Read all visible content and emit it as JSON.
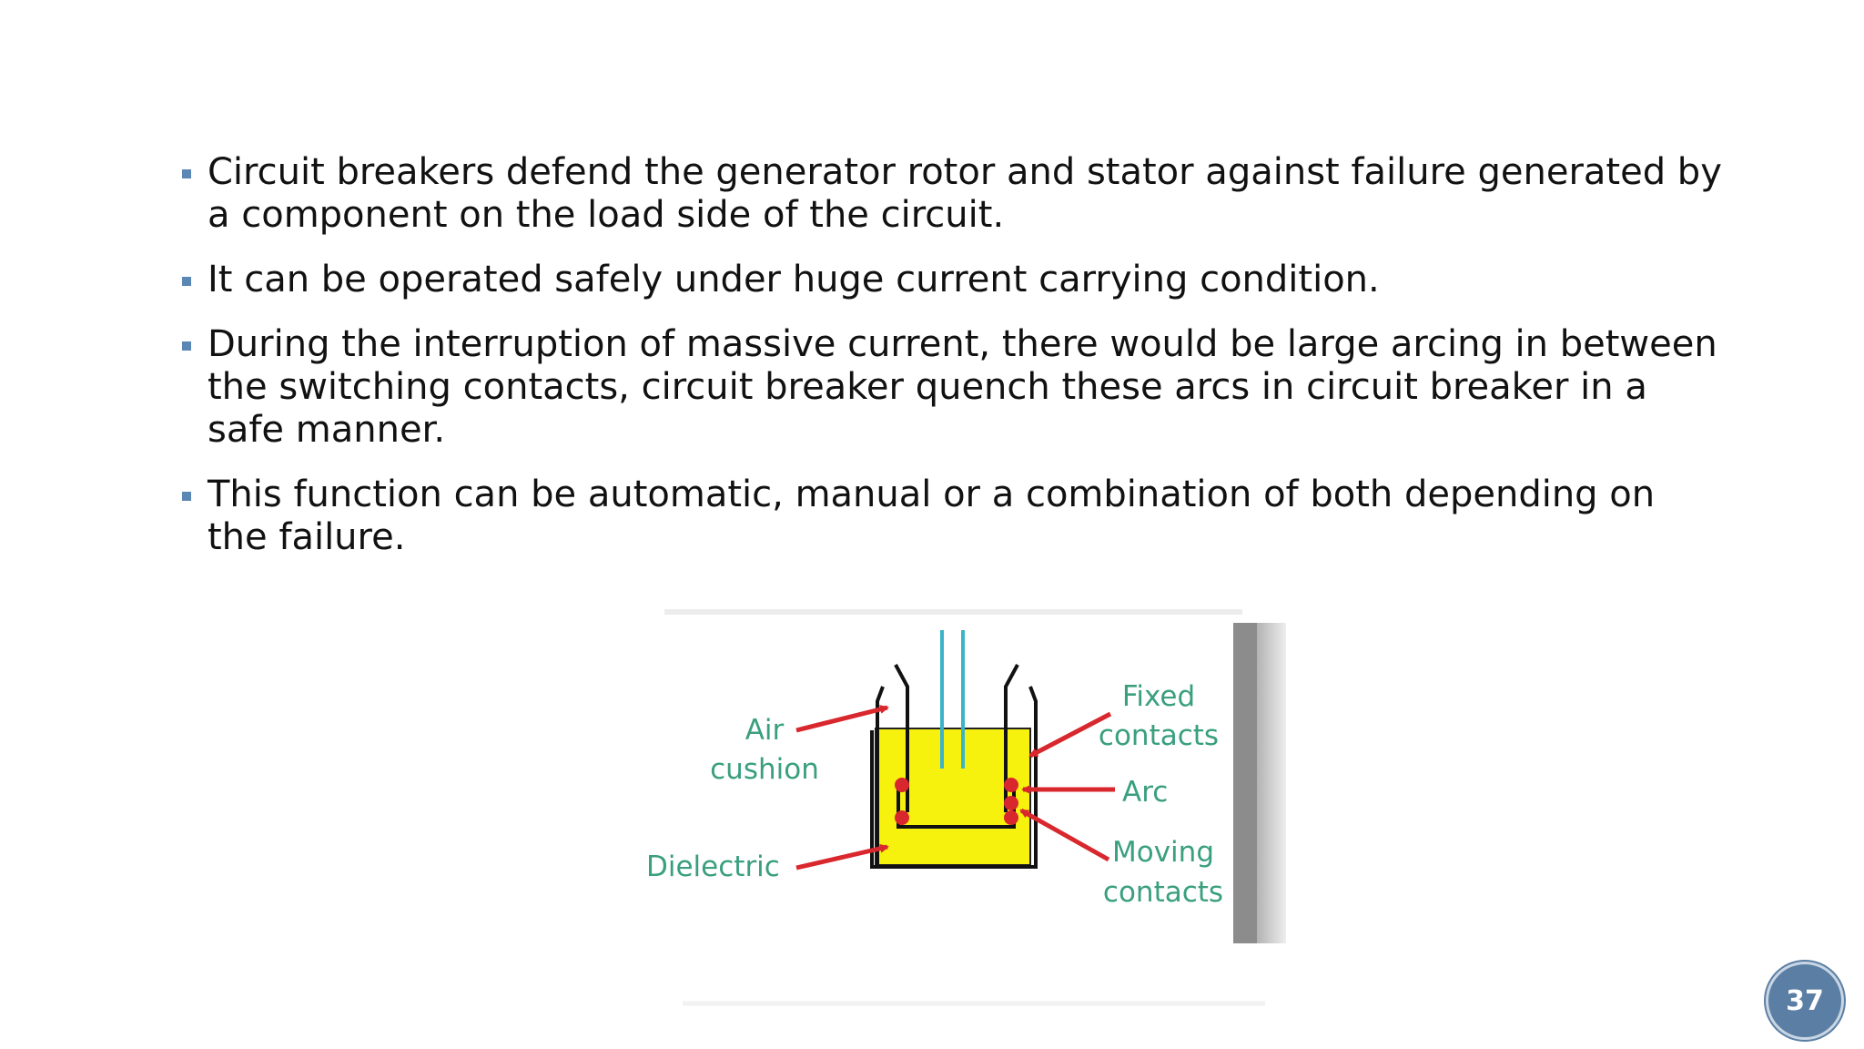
{
  "bullets": [
    "Circuit breakers defend the generator rotor and stator against failure generated by a component on the load side of the circuit.",
    "It can be operated safely under huge current carrying condition.",
    "During the interruption of massive current, there would be large arcing in between the switching contacts, circuit breaker quench these arcs in circuit breaker in a safe manner.",
    "This function can be automatic, manual or a combination of both depending on the failure."
  ],
  "diagram": {
    "labels": {
      "air_line1": "Air",
      "air_line2": "cushion",
      "dielectric": "Dielectric",
      "fixed_line1": "Fixed",
      "fixed_line2": "contacts",
      "arc": "Arc",
      "moving_line1": "Moving",
      "moving_line2": "contacts"
    },
    "colors": {
      "dielectric_fill": "#f6f20e",
      "arrow": "#d9272e",
      "label": "#3a9f7f",
      "conductor": "#3bb3c8"
    }
  },
  "page_number": "37",
  "colors": {
    "bullet_marker": "#5b87b5",
    "badge": "#5b7fa4"
  }
}
